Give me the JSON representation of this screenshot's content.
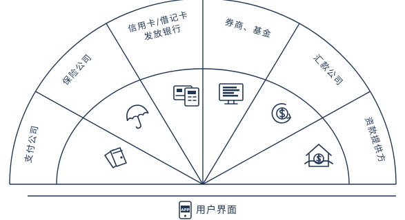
{
  "outer_sectors": [
    {
      "lines": [
        "支付公司"
      ]
    },
    {
      "lines": [
        "保险公司"
      ]
    },
    {
      "lines": [
        "信用卡/借记卡",
        "发放银行"
      ]
    },
    {
      "lines": [
        "券商、基金"
      ]
    },
    {
      "lines": [
        "汇款公司"
      ]
    },
    {
      "lines": [
        "资款提供方"
      ]
    }
  ],
  "inner_icons": [
    "cards-icon",
    "umbrella-icon",
    "credit-card-terminal-icon",
    "stock-monitor-icon",
    "money-cycle-icon",
    "house-money-icon"
  ],
  "footer": {
    "app_badge": "APP",
    "label": "用户界面"
  },
  "colors": {
    "line": "#1f3554",
    "icon": "#1f3554"
  }
}
